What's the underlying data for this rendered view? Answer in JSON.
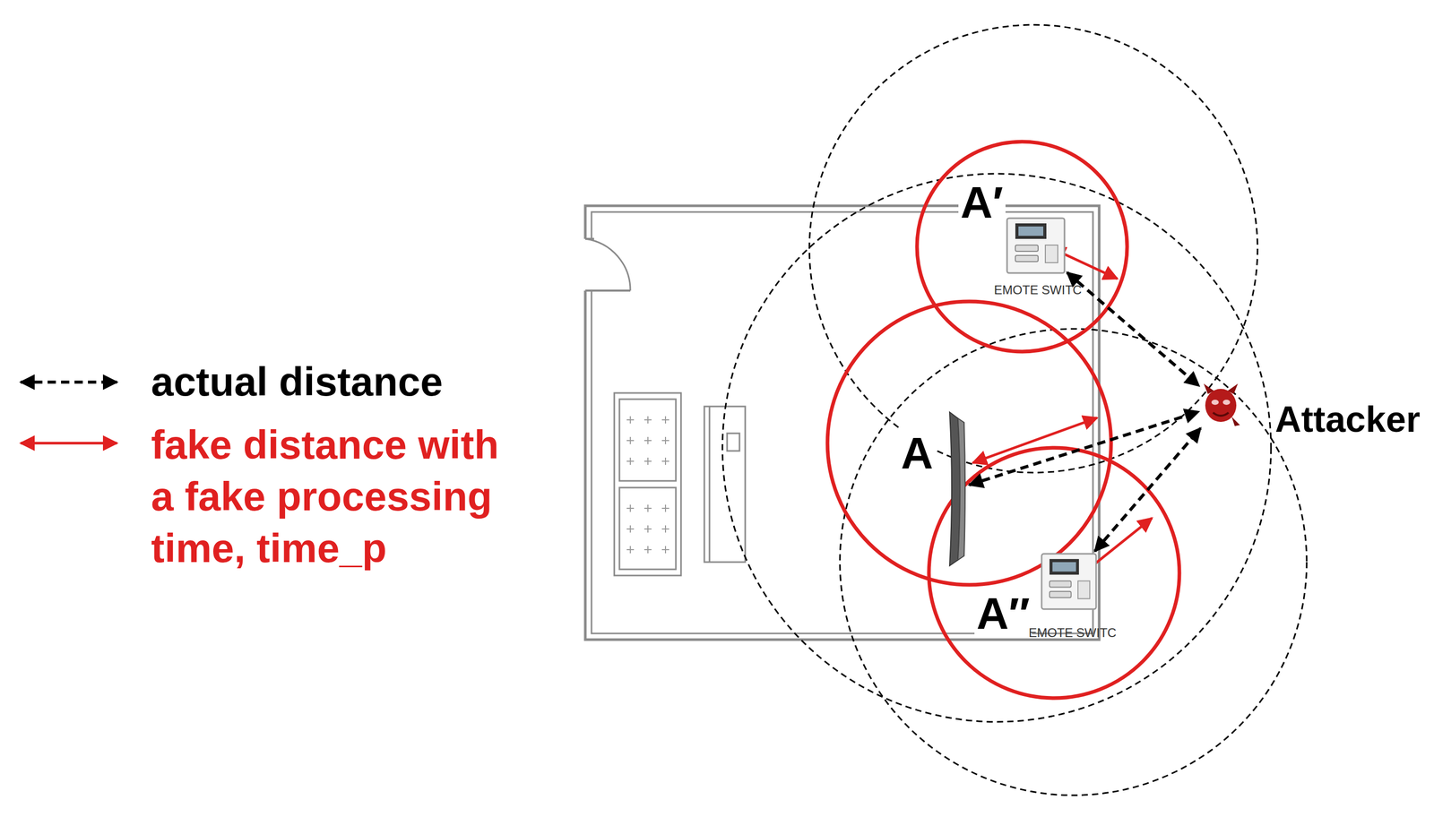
{
  "diagram": {
    "nodes": [
      {
        "text": [
          "A′",
          "EMOTE SWITC"
        ]
      },
      {
        "text": [
          "A"
        ]
      },
      {
        "text": [
          "A″",
          "EMOTE SWITC"
        ]
      },
      {
        "text": [
          "Attacker"
        ]
      }
    ],
    "edges": [
      {
        "from": 0,
        "to": 3,
        "arrow": "both"
      },
      {
        "from": 1,
        "to": 3,
        "arrow": "both"
      },
      {
        "from": 2,
        "to": 3,
        "arrow": "both"
      }
    ],
    "legend": [
      {
        "text": "actual distance"
      },
      {
        "text": "fake distance with a fake processing time, time_p"
      }
    ]
  }
}
